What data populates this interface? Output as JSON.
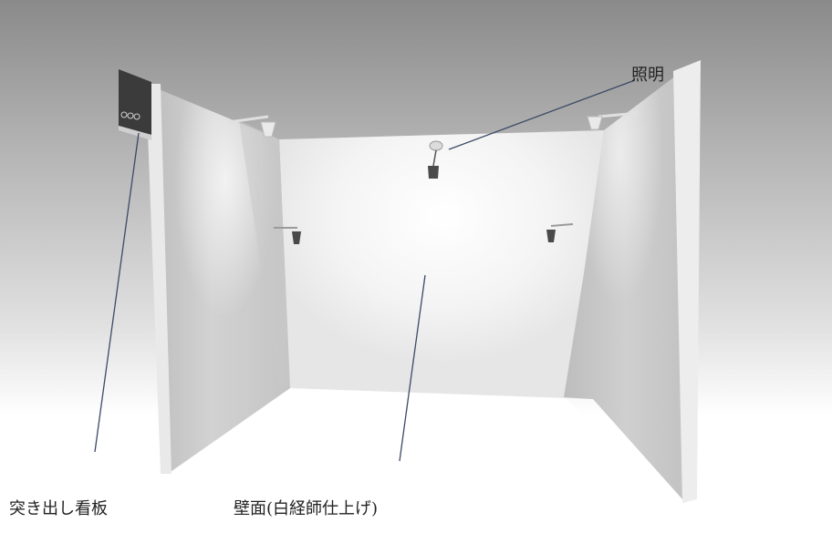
{
  "labels": {
    "lighting": "照明",
    "hanging_sign": "突き出し看板",
    "wall_surface": "壁面(白経師仕上げ)"
  },
  "colors": {
    "background_top": "#8a8a8a",
    "background_bottom": "#ffffff",
    "back_wall": "#f6f6f6",
    "side_wall_left": "#c8c8c8",
    "side_wall_right": "#c4c4c4",
    "panel_edge": "#e8e8e8",
    "sign_panel": "#3a3a3a",
    "leader_line": "#3b4a66"
  },
  "icons": [
    "wall-light-icon",
    "pendant-light-icon",
    "hanging-sign-icon"
  ]
}
